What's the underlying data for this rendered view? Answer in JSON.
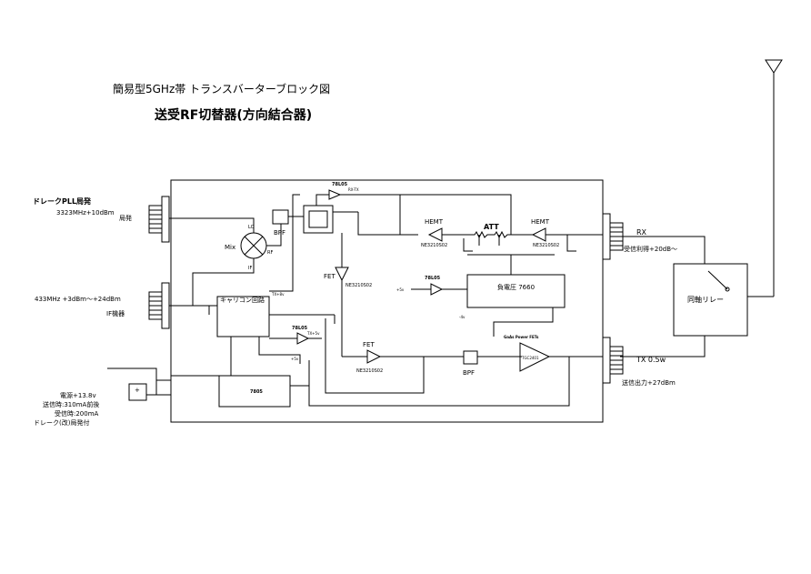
{
  "title": "簡易型5GHz帯 トランスバーターブロック図",
  "subtitle": "送受RF切替器(方向結合器)",
  "inputs": {
    "drake_pll": "ドレークPLL局発",
    "lo_freq": "3323MHz+10dBm",
    "lo_label": "局発",
    "if_level": "433MHz +3dBm～+24dBm",
    "if_label": "IF機器",
    "power_1": "電源+13.8v",
    "power_2": "送信時:310mA前後",
    "power_3": "受信時:200mA",
    "power_4": "ドレーク(改)局発付"
  },
  "blocks": {
    "mix": "Mix",
    "bpf_top": "BPF",
    "bpf_bottom": "BPF",
    "carrier_control": "キャリコン回路",
    "negative_voltage": "負電圧 7660",
    "regulator_7805": "7805",
    "reg_78l05_top": "78L05",
    "reg_78l05_mid": "78L05",
    "reg_78l05_right": "78L05",
    "att": "ATT",
    "hemt_left": "HEMT",
    "hemt_right": "HEMT",
    "fet_mid": "FET",
    "fet_bottom": "FET",
    "part_hemt_left": "NE3210S02",
    "part_hemt_right": "NE3210S02",
    "part_fet_mid": "NE3210S02",
    "part_fet_bottom": "NE3210S02",
    "power_fet_label": "GaAs Power FETs",
    "power_fet_part": "TGC2401",
    "coax_relay": "同軸リレー"
  },
  "small_labels": {
    "rx_tx": "RX-TX",
    "tx_5v": "+5v",
    "tx_8v": "TX+8v",
    "tx_sig": "TX+5v",
    "minus_v": "-4v",
    "plus_5v": "+5v",
    "if_tag": "IF",
    "rf_tag": "RF",
    "lo_tag": "LO"
  },
  "outputs": {
    "rx": "RX",
    "rx_gain": "受信利得+20dB～",
    "tx": "TX 0.5w",
    "tx_power": "送信出力+27dBm"
  }
}
